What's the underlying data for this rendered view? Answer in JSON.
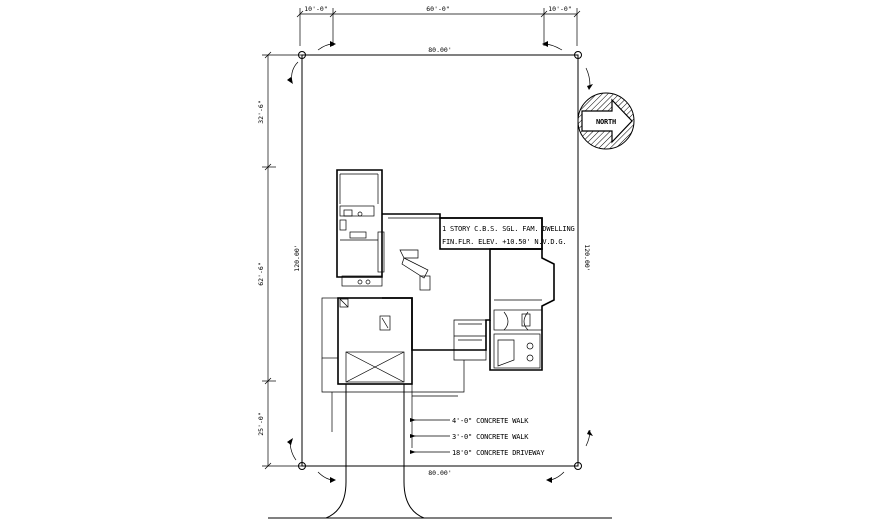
{
  "dimensions": {
    "top_left": "10'-0\"",
    "top_center": "60'-0\"",
    "top_right": "10'-0\"",
    "left_upper": "32'-6\"",
    "left_middle": "62'-6\"",
    "left_lower": "25'-0\""
  },
  "lot": {
    "top_width": "80.00'",
    "bottom_width": "80.00'",
    "left_depth": "120.00'",
    "right_depth": "120.00'"
  },
  "north_arrow": {
    "label": "NORTH"
  },
  "dwelling_note": {
    "line1": "1 STORY C.B.S. SGL. FAM. DWELLING",
    "line2": "FIN.FLR. ELEV. +10.50' N.V.D.G."
  },
  "callouts": {
    "walk_4": "4'-0\" CONCRETE WALK",
    "walk_3": "3'-0\" CONCRETE WALK",
    "driveway": "18'0\" CONCRETE DRIVEWAY"
  }
}
